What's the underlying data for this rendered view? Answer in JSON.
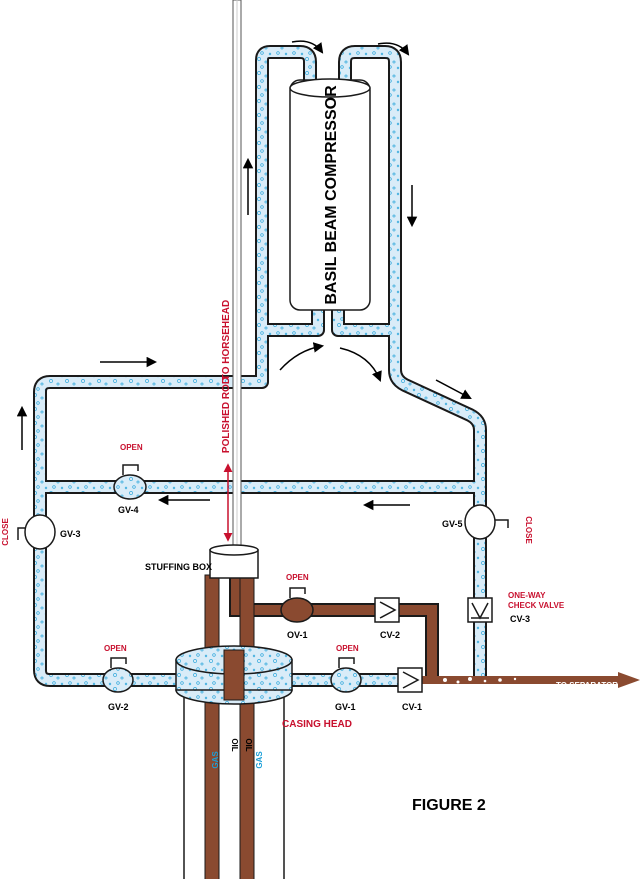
{
  "colors": {
    "gas_pipe_fill": "#d9ecf8",
    "gas_pipe_stroke": "#1a1a1a",
    "oil_pipe": "#8a4a30",
    "label_red": "#c8102e",
    "flow_arrow": "#1a9fd8"
  },
  "labels": {
    "compressor": "BASIL BEAM COMPRESSOR",
    "to_horsehead": "TO HORSEHEAD",
    "polished_rod": "POLISHED ROD",
    "stuffing_box": "STUFFING BOX",
    "casing_head": "CASING HEAD",
    "to_separator": "TO SEPARATOR",
    "one_way": "ONE-WAY",
    "check_valve": "CHECK VALVE",
    "figure": "FIGURE 2",
    "gas": "GAS",
    "oil": "OIL"
  },
  "valves": {
    "gv1": {
      "name": "GV-1",
      "state": "OPEN"
    },
    "gv2": {
      "name": "GV-2",
      "state": "OPEN"
    },
    "gv3": {
      "name": "GV-3",
      "state": "CLOSE"
    },
    "gv4": {
      "name": "GV-4",
      "state": "OPEN"
    },
    "gv5": {
      "name": "GV-5",
      "state": "CLOSE"
    },
    "ov1": {
      "name": "OV-1",
      "state": "OPEN"
    },
    "cv1": {
      "name": "CV-1"
    },
    "cv2": {
      "name": "CV-2"
    },
    "cv3": {
      "name": "CV-3"
    }
  }
}
